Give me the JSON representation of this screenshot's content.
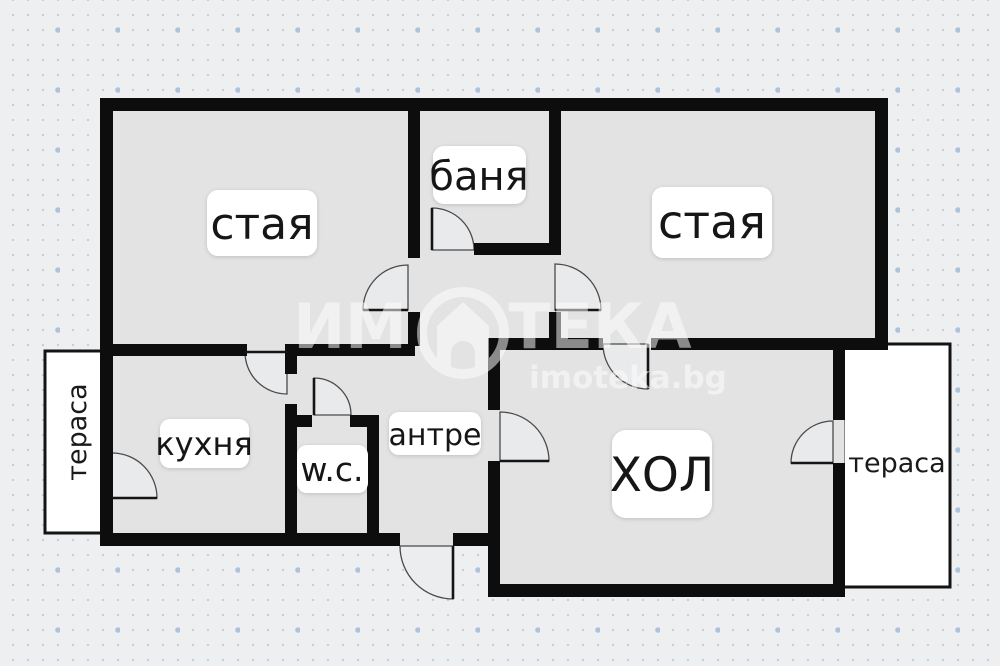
{
  "plan": {
    "type": "apartment-floor-plan",
    "rooms": {
      "room_left": {
        "label": "стая"
      },
      "bath": {
        "label": "баня"
      },
      "room_right": {
        "label": "стая"
      },
      "kitchen": {
        "label": "кухня"
      },
      "wc": {
        "label": "w.c."
      },
      "hallway": {
        "label": "антре"
      },
      "living": {
        "label": "ХОЛ"
      },
      "terrace_left": {
        "label": "тераса"
      },
      "terrace_right": {
        "label": "тераса"
      }
    }
  },
  "watermark": {
    "brand_part1": "ИМ",
    "brand_part2": "ТЕКА",
    "site": "imoteka.bg",
    "logo_icon": "house-in-circle-icon"
  },
  "colors": {
    "background": "#edeff1",
    "dot_small": "#c2cbd5",
    "dot_large": "#a5bad8",
    "floor": "#e3e3e4",
    "walls": "#0d0d0d",
    "label_bg": "#ffffff",
    "label_text": "#161616",
    "watermark": "rgba(255,255,255,0.52)"
  }
}
